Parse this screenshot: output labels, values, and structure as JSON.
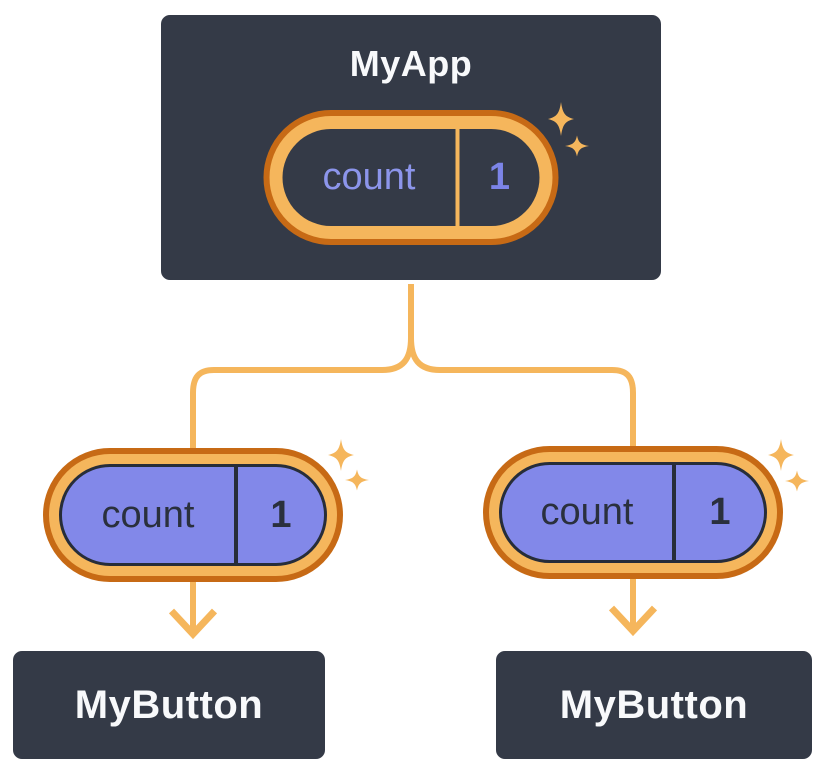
{
  "diagram": {
    "type": "component-state-tree",
    "background": "#ffffff",
    "palette": {
      "node_fill": "#343a47",
      "node_border": "#ffffff",
      "node_text": "#f8f9fb",
      "connector_orange": "#f5b65c",
      "ring_dark_orange": "#c76a15",
      "pill_purple_fill": "#8288e9",
      "pill_dark_accent": "#272d39",
      "state_key_lavender": "#8c95eb",
      "state_value_periwinkle": "#7c84e8"
    },
    "nodes": {
      "root": {
        "label": "MyApp",
        "state": {
          "key": "count",
          "value": "1"
        }
      },
      "children": [
        {
          "label": "MyButton",
          "state": {
            "key": "count",
            "value": "1"
          }
        },
        {
          "label": "MyButton",
          "state": {
            "key": "count",
            "value": "1"
          }
        }
      ]
    },
    "icons": {
      "sparkle": "four-point-star"
    }
  }
}
